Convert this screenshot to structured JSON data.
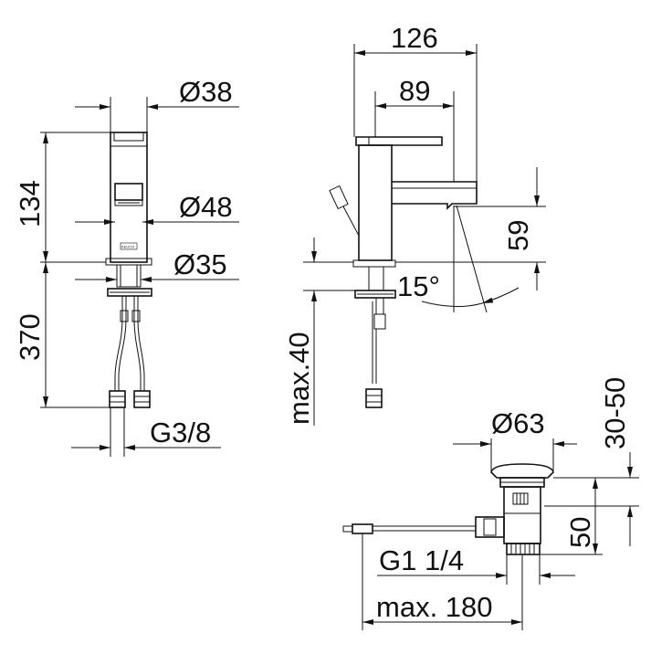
{
  "brand_mark": "KEUCO",
  "dimensions": {
    "d38": "Ø38",
    "h134": "134",
    "d48": "Ø48",
    "d35": "Ø35",
    "h370": "370",
    "g38": "G3/8",
    "w126": "126",
    "w89": "89",
    "h59": "59",
    "angle15": "15°",
    "max40": "max.40",
    "r30_50": "30-50",
    "d63": "Ø63",
    "h50": "50",
    "g1_14": "G1 1/4",
    "max180": "max. 180"
  }
}
